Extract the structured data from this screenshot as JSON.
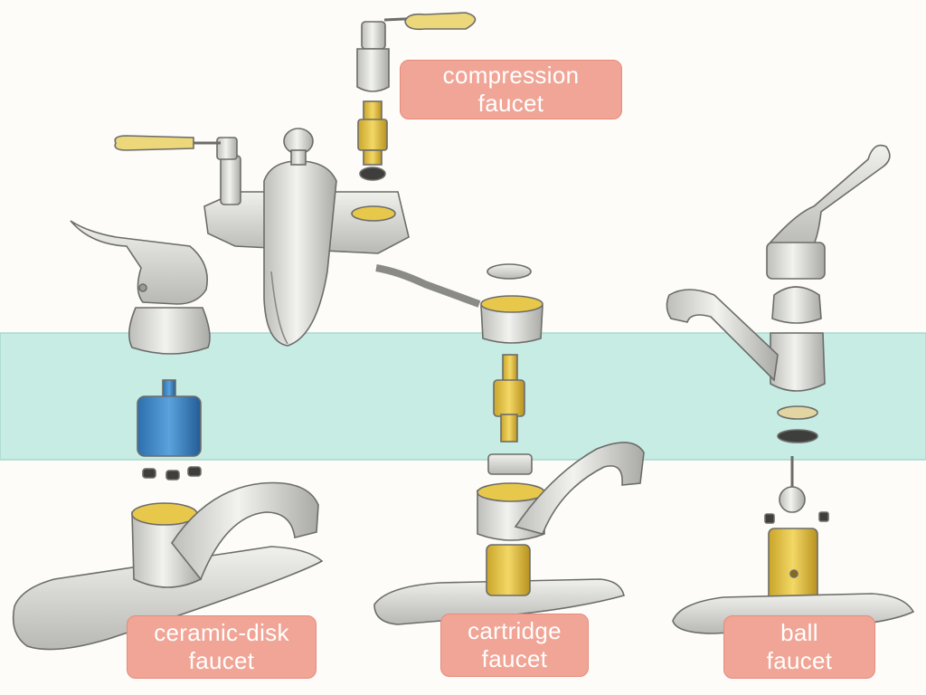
{
  "labels": {
    "compression": {
      "line1": "compression",
      "line2": "faucet"
    },
    "ceramic": {
      "line1": "ceramic-disk",
      "line2": "faucet"
    },
    "cartridge": {
      "line1": "cartridge",
      "line2": "faucet"
    },
    "ball": {
      "line1": "ball",
      "line2": "faucet"
    }
  },
  "colors": {
    "background": "#fdfcf8",
    "countertop_band": "#c6ece4",
    "chrome": "#d9d9d6",
    "brass": "#e8c84a",
    "ceramic_cartridge": "#3b86c8",
    "label_fill": "#f0a596",
    "label_text": "#ffffff"
  }
}
